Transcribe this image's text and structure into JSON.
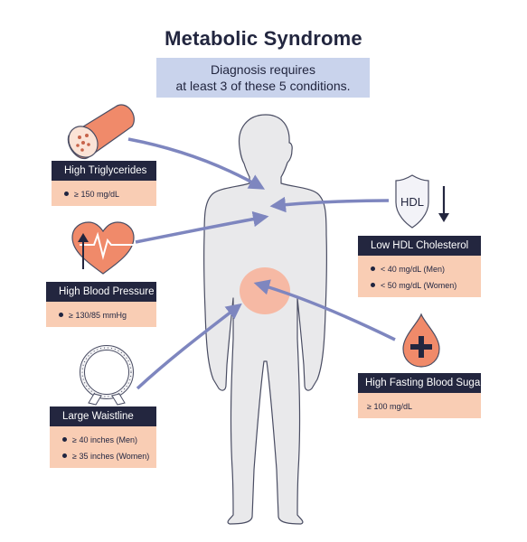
{
  "title": "Metabolic Syndrome",
  "subtitle": {
    "line1": "Diagnosis requires",
    "line2": "at least 3 of these 5 conditions."
  },
  "conditions": [
    {
      "id": "triglycerides",
      "heading": "High Triglycerides",
      "criteria": [
        "≥ 150 mg/dL"
      ],
      "icon": "blood-vessel-icon"
    },
    {
      "id": "blood-pressure",
      "heading": "High Blood Pressure",
      "criteria": [
        "≥ 130/85 mmHg"
      ],
      "icon": "heart-pulse-icon"
    },
    {
      "id": "waistline",
      "heading": "Large Waistline",
      "criteria": [
        "≥ 40 inches (Men)",
        "≥ 35 inches (Women)"
      ],
      "icon": "measuring-tape-icon"
    },
    {
      "id": "hdl",
      "heading": "Low HDL Cholesterol",
      "criteria": [
        "< 40 mg/dL (Men)",
        "< 50 mg/dL (Women)"
      ],
      "icon": "hdl-shield-icon",
      "icon_label": "HDL"
    },
    {
      "id": "blood-sugar",
      "heading": "High Fasting Blood Sugar",
      "criteria": [
        "≥ 100 mg/dL"
      ],
      "icon": "blood-drop-plus-icon"
    }
  ],
  "colors": {
    "navy": "#23263f",
    "peach": "#f9cdb4",
    "coral": "#f08a6a",
    "arrow": "#7e86bf",
    "body": "#e9e9eb",
    "banner": "#c9d3ec"
  }
}
